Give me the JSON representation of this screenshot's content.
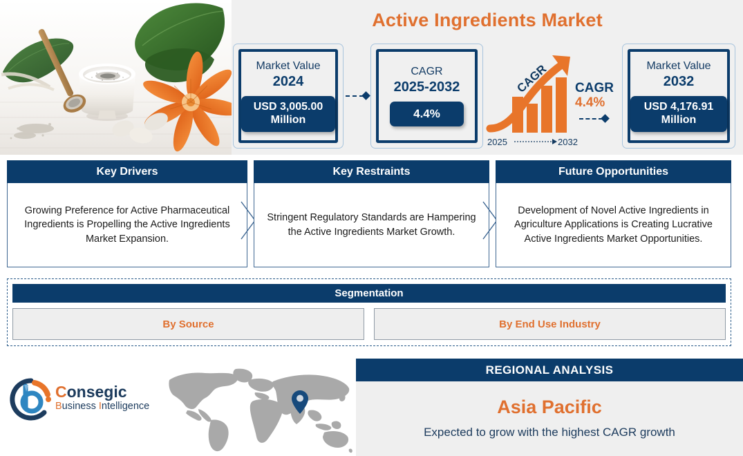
{
  "header": {
    "title": "Active Ingredients Market",
    "hero_image_alt": "bowl-of-white-powder-with-wooden-spoon-leaves-and-orange-lily-flower"
  },
  "stats": [
    {
      "id": "market-value-2024",
      "label": "Market Value",
      "year": "2024",
      "value": "USD 3,005.00 Million"
    },
    {
      "id": "cagr-2025-2032",
      "label": "CAGR",
      "year": "2025-2032",
      "value": "4.4%"
    },
    {
      "id": "market-value-2032",
      "label": "Market Value",
      "year": "2032",
      "value": "USD 4,176.91 Million"
    }
  ],
  "cagr_graphic": {
    "arrow_label": "CAGR",
    "start_year": "2025",
    "end_year": "2032",
    "side_title": "CAGR",
    "side_value": "4.4%"
  },
  "panels": [
    {
      "heading": "Key Drivers",
      "text": "Growing Preference for Active Pharmaceutical Ingredients is Propelling the Active Ingredients Market Expansion."
    },
    {
      "heading": "Key Restraints",
      "text": "Stringent Regulatory Standards are Hampering the Active Ingredients Market Growth."
    },
    {
      "heading": "Future Opportunities",
      "text": "Development of Novel Active Ingredients in Agriculture Applications is Creating Lucrative Active Ingredients Market Opportunities."
    }
  ],
  "segmentation": {
    "heading": "Segmentation",
    "items": [
      {
        "label": "By Source"
      },
      {
        "label": "By End Use Industry"
      }
    ]
  },
  "footer": {
    "logo": {
      "name_first": "C",
      "name_rest": "onsegic",
      "tagline_b": "B",
      "tagline_usiness": "usiness ",
      "tagline_i": "I",
      "tagline_ntelligence": "ntelligence"
    },
    "map": {
      "marker_region": "asia-pacific"
    },
    "regional": {
      "heading": "REGIONAL ANALYSIS",
      "region": "Asia Pacific",
      "note": "Expected to grow with the highest CAGR growth"
    }
  },
  "colors": {
    "navy": "#0b3c6b",
    "orange": "#e0702f",
    "light_blue": "#a8c4dd",
    "band_gray": "#f0f0f0",
    "map_gray": "#a9a9a9"
  }
}
